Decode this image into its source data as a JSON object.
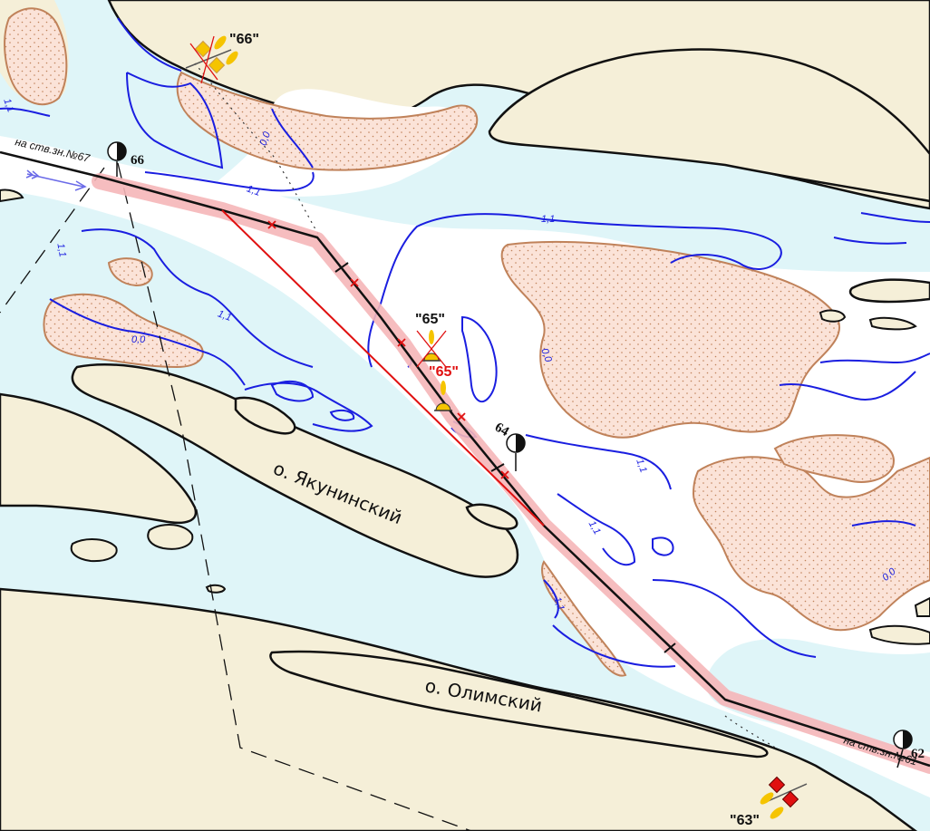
{
  "colors": {
    "land": "#f5efd8",
    "shallow_water": "#dff5f8",
    "deep_water": "#ffffff",
    "shoal_fill": "#fbe3d8",
    "shoal_outline": "#c0825a",
    "isobath": "#1a1ee0",
    "fairway_line": "#111111",
    "fairway_buffer": "#f5b6b8",
    "alt_route": "#e01010",
    "buoy_yellow": "#f5c400",
    "buoy_red": "#e01010"
  },
  "isobath_labels": {
    "v11": "1,1",
    "v00": "0,0"
  },
  "islands": {
    "yakuninsky": "о. Якунинский",
    "olimsky": "о. Олимский"
  },
  "reference_labels": {
    "top_left": "на ств.зн.№67",
    "bottom_right": "на ств.зн.№61"
  },
  "buoys": {
    "b66": "\"66\"",
    "b65a": "\"65\"",
    "b65b": "\"65\"",
    "b63": "\"63\""
  },
  "km_marks": {
    "k66": "66",
    "k64": "64",
    "k62": "62"
  },
  "icons": {
    "flow_direction": "flow-arrow-icon",
    "shore_sign": "half-disc-sign-icon",
    "buoy": "bell-buoy-icon",
    "diamond_buoy": "diamond-buoy-icon"
  }
}
